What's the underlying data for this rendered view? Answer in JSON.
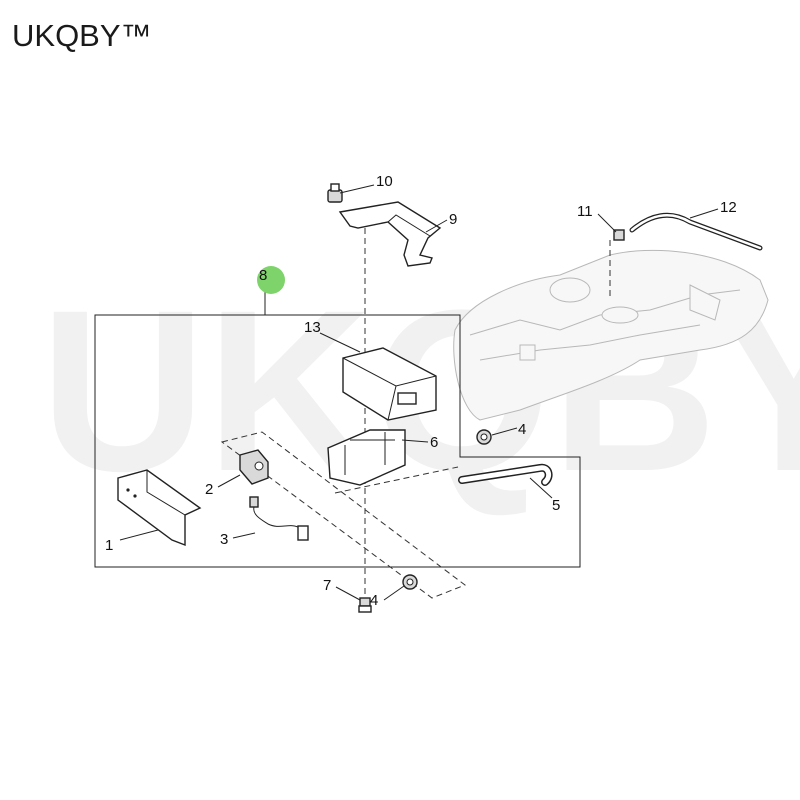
{
  "brand": {
    "text": "UKQBY™"
  },
  "watermark": {
    "text": "UKQBY™"
  },
  "callouts": {
    "c1": "1",
    "c2": "2",
    "c3": "3",
    "c4a": "4",
    "c4b": "4",
    "c5": "5",
    "c6": "6",
    "c7": "7",
    "c8": "8",
    "c9": "9",
    "c10": "10",
    "c11": "11",
    "c12": "12",
    "c13": "13"
  },
  "colors": {
    "highlight": "#7ed36b",
    "line": "#222222"
  }
}
